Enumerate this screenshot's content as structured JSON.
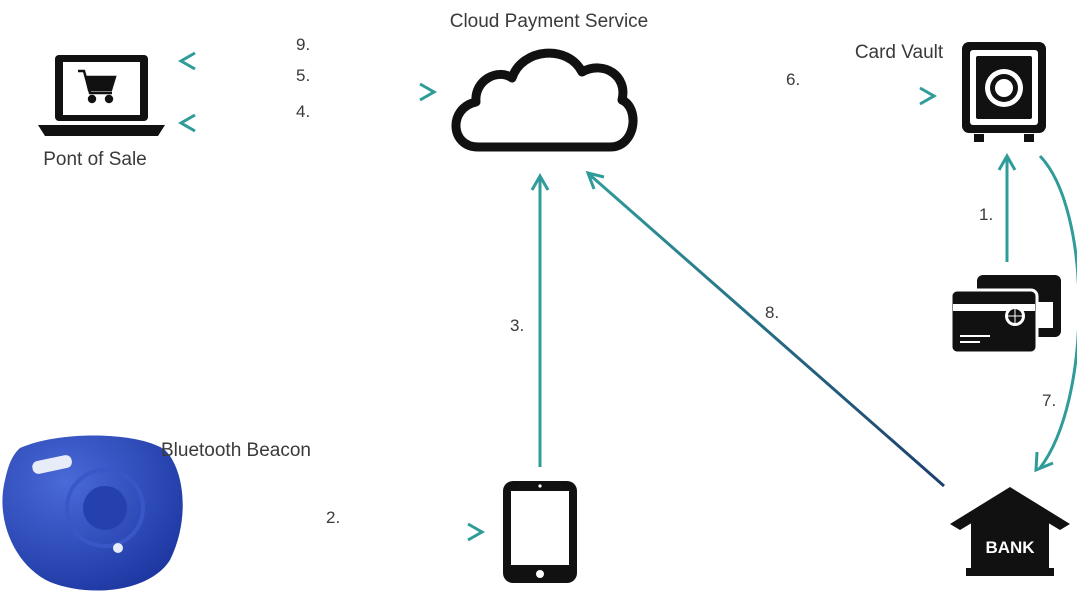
{
  "nodes": {
    "cloud_label": "Cloud Payment Service",
    "vault_label": "Card Vault",
    "pos_label": "Pont of Sale",
    "beacon_label": "Bluetooth Beacon",
    "bank_text": "BANK"
  },
  "steps": {
    "s1": "1.",
    "s2": "2.",
    "s3": "3.",
    "s4": "4.",
    "s5": "5.",
    "s6": "6.",
    "s7": "7.",
    "s8": "8.",
    "s9": "9."
  },
  "colors": {
    "teal": "#2f9c9a",
    "navy": "#1d3e6e",
    "icon": "#111111",
    "beacon": "#2a48b8"
  }
}
